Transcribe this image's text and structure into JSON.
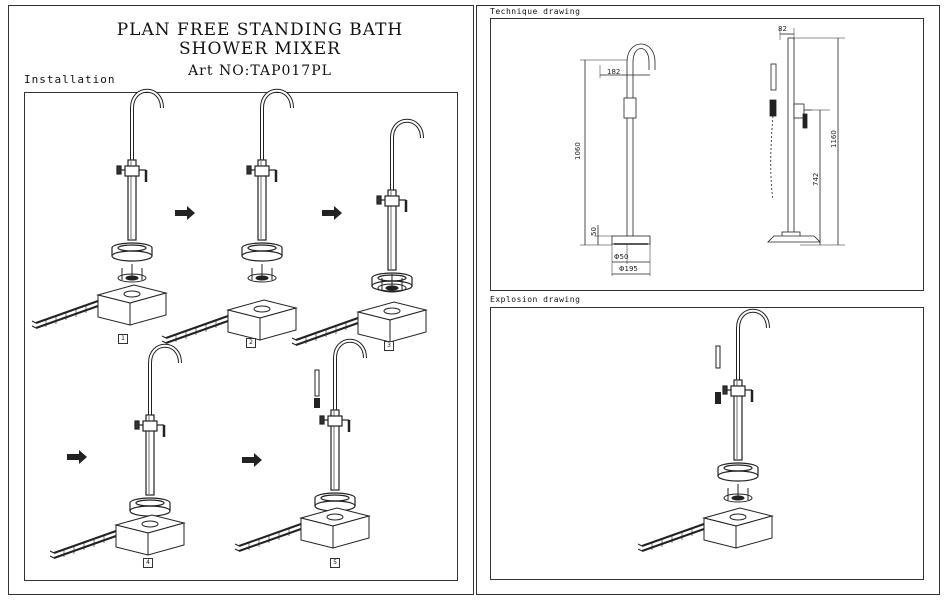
{
  "header": {
    "title_line1": "PLAN FREE STANDING BATH",
    "title_line2": "SHOWER MIXER",
    "art_no": "Art NO:TAP017PL"
  },
  "installation": {
    "label": "Installation",
    "steps": [
      "1",
      "2",
      "3",
      "4",
      "5"
    ]
  },
  "technique": {
    "label": "Technique drawing",
    "dims": {
      "spout_reach": "182",
      "height_total_left": "1060",
      "base_height": "50",
      "pipe_dia": "Φ50",
      "base_dia": "Φ195",
      "side_offset": "82",
      "height_total_right": "1160",
      "valve_height": "742"
    }
  },
  "explosion": {
    "label": "Explosion drawing"
  }
}
